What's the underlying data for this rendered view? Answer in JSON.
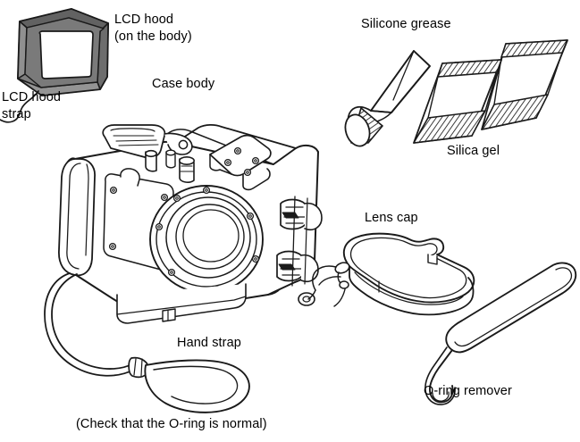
{
  "diagram": {
    "title": "Underwater case package contents",
    "background_color": "#ffffff",
    "line_color": "#1a1a1a",
    "text_color": "#000000"
  },
  "labels": {
    "lcd_hood": "LCD hood",
    "lcd_hood_sub": "(on the body)",
    "lcd_hood_strap_line1": "LCD hood",
    "lcd_hood_strap_line2": "strap",
    "case_body": "Case body",
    "silicone_grease": "Silicone grease",
    "silica_gel": "Silica gel",
    "lens_cap": "Lens cap",
    "hand_strap": "Hand strap",
    "o_ring_remover": "O-ring remover",
    "note": "(Check that the O-ring is normal)"
  },
  "parts": [
    {
      "id": "lcd-hood",
      "name": "LCD hood",
      "note": "on the body",
      "fill_top": "#6f6f6f",
      "fill_left": "#8d8d8d",
      "fill_right": "#7a7a7a",
      "fill_bottom": "#9a9a9a",
      "window": "#ffffff"
    },
    {
      "id": "lcd-hood-strap",
      "name": "LCD hood strap"
    },
    {
      "id": "case-body",
      "name": "Case body"
    },
    {
      "id": "hand-strap",
      "name": "Hand strap"
    },
    {
      "id": "silicone-grease",
      "name": "Silicone grease"
    },
    {
      "id": "silica-gel",
      "name": "Silica gel",
      "count": 2
    },
    {
      "id": "lens-cap",
      "name": "Lens cap"
    },
    {
      "id": "o-ring-remover",
      "name": "O-ring remover"
    }
  ]
}
